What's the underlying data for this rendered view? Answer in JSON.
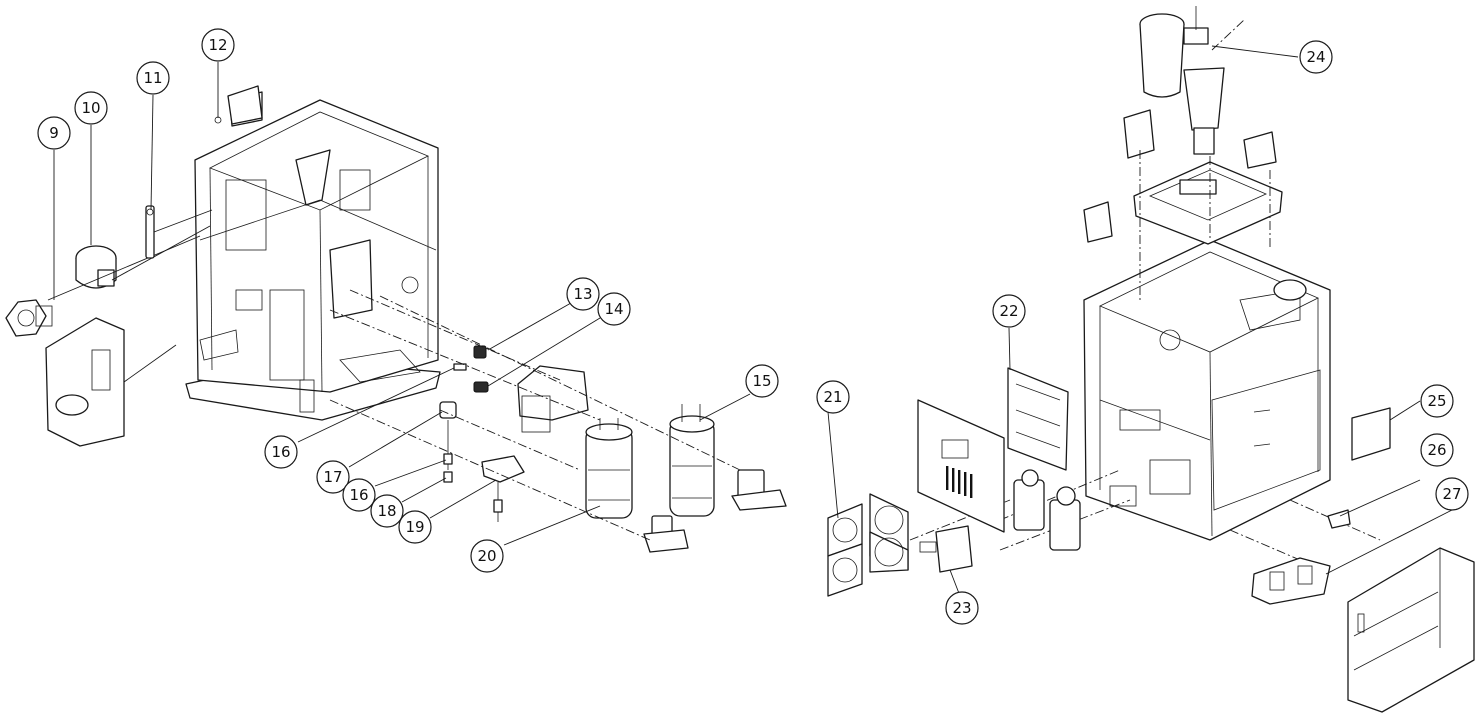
{
  "callouts": [
    {
      "id": "9",
      "label": "9"
    },
    {
      "id": "10",
      "label": "10"
    },
    {
      "id": "11",
      "label": "11"
    },
    {
      "id": "12",
      "label": "12"
    },
    {
      "id": "13",
      "label": "13"
    },
    {
      "id": "14",
      "label": "14"
    },
    {
      "id": "15",
      "label": "15"
    },
    {
      "id": "16a",
      "label": "16"
    },
    {
      "id": "17",
      "label": "17"
    },
    {
      "id": "16b",
      "label": "16"
    },
    {
      "id": "18",
      "label": "18"
    },
    {
      "id": "19",
      "label": "19"
    },
    {
      "id": "20",
      "label": "20"
    },
    {
      "id": "21",
      "label": "21"
    },
    {
      "id": "22",
      "label": "22"
    },
    {
      "id": "23",
      "label": "23"
    },
    {
      "id": "24",
      "label": "24"
    },
    {
      "id": "25",
      "label": "25"
    },
    {
      "id": "26",
      "label": "26"
    },
    {
      "id": "27",
      "label": "27"
    }
  ],
  "colors": {
    "line": "#1a1a1a",
    "background": "#ffffff"
  }
}
